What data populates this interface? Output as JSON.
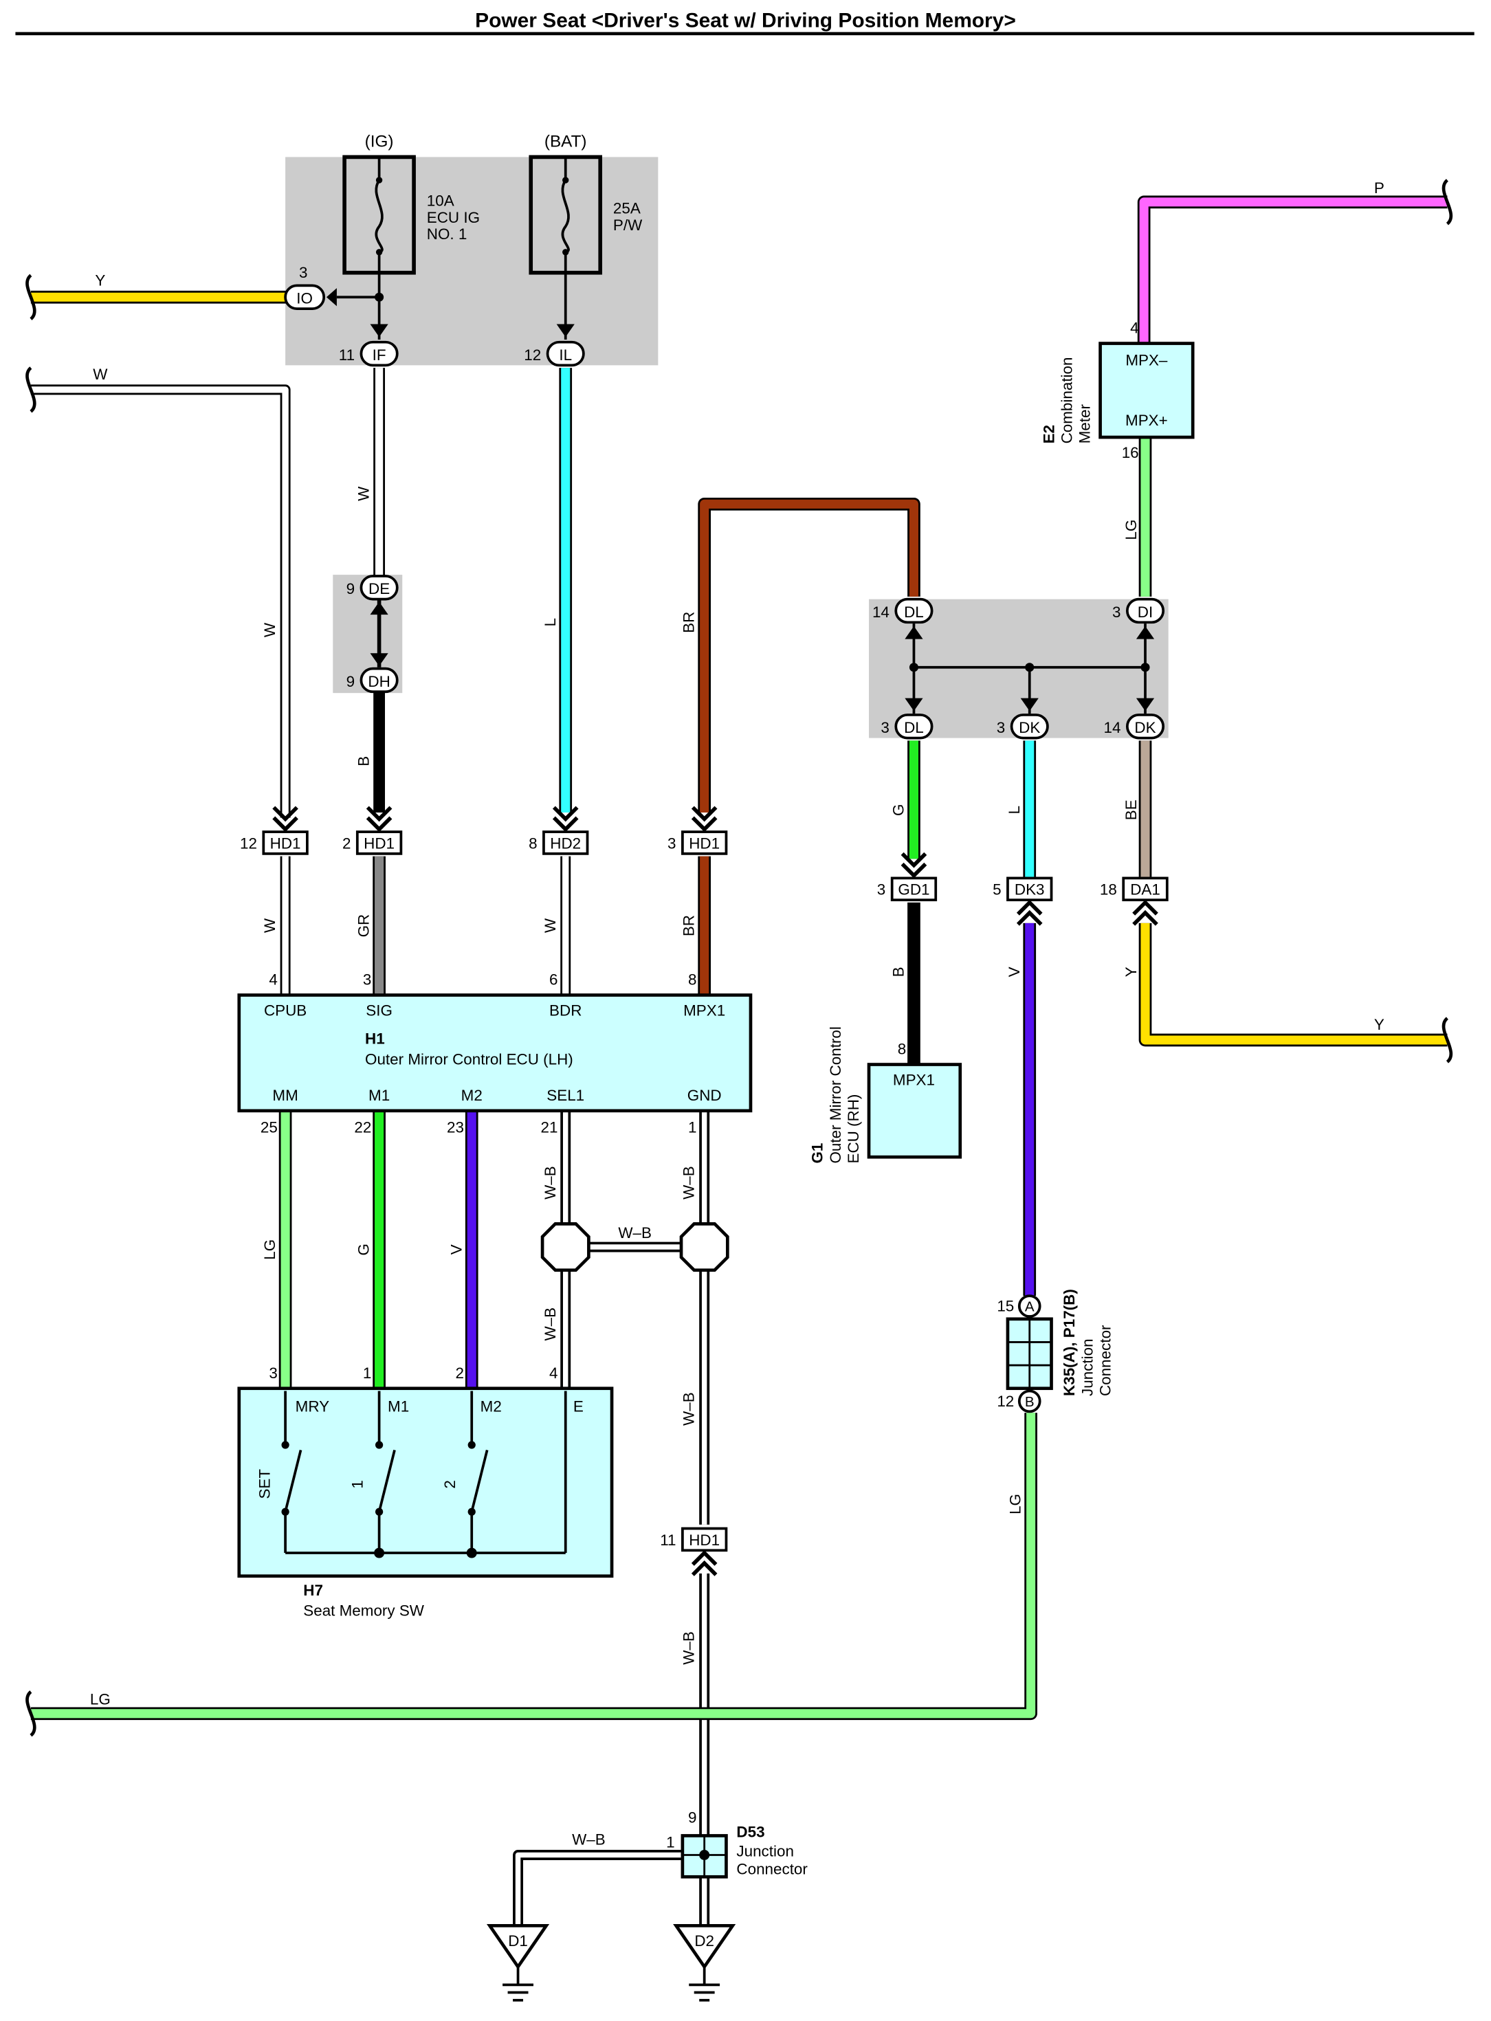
{
  "title": "Power Seat <Driver's Seat w/ Driving Position Memory>",
  "fuses": {
    "ig_label": "(IG)",
    "bat_label": "(BAT)",
    "ig_amp": "10A",
    "ig_name1": "ECU IG",
    "ig_name2": "NO. 1",
    "bat_amp": "25A",
    "bat_name": "P/W"
  },
  "wire_colors": {
    "Y": "#ffe000",
    "W": "#ffffff",
    "L": "#33ffff",
    "B": "#000000",
    "GR": "#888888",
    "BR": "#a0350a",
    "P": "#ff66ff",
    "LG": "#88ff88",
    "G": "#22ee22",
    "V": "#5511ee",
    "BE": "#bba898",
    "W-B": "#ffffff"
  },
  "wire_labels": {
    "y_left": "Y",
    "w_left": "W",
    "w_vert1": "W",
    "w_vert2": "W",
    "b_vert": "B",
    "l_vert": "L",
    "br_vert": "BR",
    "p_top": "P",
    "lg_meter": "LG",
    "w_hd1": "W",
    "gr_hd1": "GR",
    "w_hd2": "W",
    "br_hd1": "BR",
    "g_dl": "G",
    "l_dk": "L",
    "be_dk": "BE",
    "b_gd1": "B",
    "v_dk3": "V",
    "y_da1": "Y",
    "y_right": "Y",
    "lg_mm": "LG",
    "g_m1": "G",
    "v_m2": "V",
    "wb_sel1": "W–B",
    "wb_gnd": "W–B",
    "wb_splice": "W–B",
    "wb_e": "W–B",
    "wb_hd1_up": "W–B",
    "wb_hd1_down": "W–B",
    "lg_bottom": "LG",
    "lg_jc": "LG",
    "wb_d53": "W–B"
  },
  "ports": {
    "io": "IO",
    "if": "IF",
    "il": "IL",
    "de": "DE",
    "dh": "DH",
    "dl_top": "DL",
    "di_top": "DI",
    "dl_bot": "DL",
    "dk_mid": "DK",
    "dk_bot": "DK",
    "hd1_a": "HD1",
    "hd1_b": "HD1",
    "hd2": "HD2",
    "hd1_c": "HD1",
    "gd1": "GD1",
    "dk3": "DK3",
    "da1": "DA1",
    "hd1_d": "HD1",
    "jc_a": "A",
    "jc_b": "B",
    "d1": "D1",
    "d2": "D2"
  },
  "pins": {
    "io": "3",
    "if": "11",
    "il": "12",
    "de": "9",
    "dh": "9",
    "dl_top": "14",
    "di_top": "3",
    "dl_bot": "3",
    "dk_mid": "3",
    "dk_bot": "14",
    "hd1_a": "12",
    "hd1_b": "2",
    "hd2": "8",
    "hd1_c": "3",
    "gd1": "3",
    "dk3": "5",
    "da1": "18",
    "hd1_d": "11",
    "meter_mpxm": "4",
    "meter_mpxp": "16",
    "g1_mpx1": "8",
    "h1_cpub": "4",
    "h1_sig": "3",
    "h1_bdr": "6",
    "h1_mpx1": "8",
    "h1_mm": "25",
    "h1_m1": "22",
    "h1_m2": "23",
    "h1_sel1": "21",
    "h1_gnd": "1",
    "h7_mry": "3",
    "h7_m1": "1",
    "h7_m2": "2",
    "h7_e": "4",
    "jc_a": "15",
    "jc_b": "12",
    "d53_in": "9",
    "d53_out": "1"
  },
  "components": {
    "h1": {
      "code": "H1",
      "name": "Outer Mirror Control ECU (LH)",
      "top_terms": [
        "CPUB",
        "SIG",
        "BDR",
        "MPX1"
      ],
      "bottom_terms": [
        "MM",
        "M1",
        "M2",
        "SEL1",
        "GND"
      ]
    },
    "h7": {
      "code": "H7",
      "name": "Seat Memory SW",
      "terms": [
        "MRY",
        "M1",
        "M2",
        "E"
      ],
      "switches": [
        "SET",
        "1",
        "2"
      ]
    },
    "e2": {
      "code": "E2",
      "name1": "Combination",
      "name2": "Meter",
      "term_top": "MPX–",
      "term_bottom": "MPX+"
    },
    "g1": {
      "code": "G1",
      "name1": "Outer Mirror Control",
      "name2": "ECU (RH)",
      "term": "MPX1"
    },
    "jc": {
      "code": "K35(A), P17(B)",
      "name1": "Junction",
      "name2": "Connector"
    },
    "d53": {
      "code": "D53",
      "name1": "Junction",
      "name2": "Connector"
    }
  }
}
